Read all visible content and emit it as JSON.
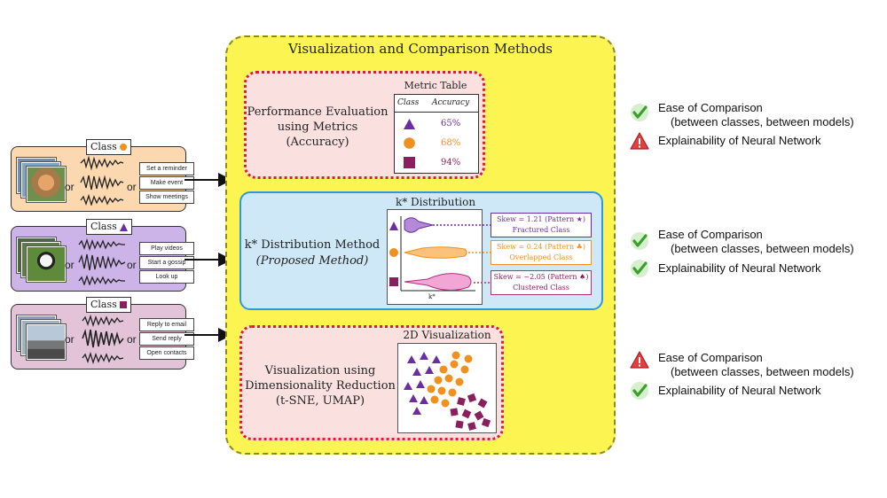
{
  "main": {
    "title": "Visualization and Comparison Methods",
    "sections": [
      {
        "lines": [
          "Performance Evaluation",
          "using Metrics",
          "(Accuracy)"
        ],
        "table": {
          "title": "Metric Table",
          "headers": [
            "Class",
            "Accuracy"
          ],
          "rows": [
            {
              "shape": "triangle",
              "color": "#6a2ea0",
              "value": "65%"
            },
            {
              "shape": "circle",
              "color": "#f0901e",
              "value": "68%"
            },
            {
              "shape": "square",
              "color": "#8a1f5e",
              "value": "94%"
            }
          ]
        }
      },
      {
        "line1": "k* Distribution Method",
        "line2": "(Proposed Method)",
        "plot_title": "k* Distribution",
        "xlabel": "k*",
        "skews": [
          {
            "line1": "Skew = 1.21 (Pattern ★)",
            "line2": "Fractured Class",
            "color": "#6a2ea0"
          },
          {
            "line1": "Skew = 0.24 (Pattern ♣)",
            "line2": "Overlapped Class",
            "color": "#f0901e"
          },
          {
            "line1": "Skew = −2.05 (Pattern ♠)",
            "line2": "Clustered Class",
            "color": "#b0307a"
          }
        ]
      },
      {
        "lines": [
          "Visualization using",
          "Dimensionality Reduction",
          "(t-SNE, UMAP)"
        ],
        "plot_title": "2D Visualization"
      }
    ]
  },
  "classes": [
    {
      "label": "Class",
      "shape": "circle",
      "color": "#f0901e",
      "bg": "#fbd8b0",
      "commands": [
        "Set a reminder",
        "Make event",
        "Show meetings"
      ]
    },
    {
      "label": "Class",
      "shape": "triangle",
      "color": "#6a2ea0",
      "bg": "#cdb4e8",
      "commands": [
        "Play videos",
        "Start a gossip",
        "Look up"
      ]
    },
    {
      "label": "Class",
      "shape": "square",
      "color": "#8a1f5e",
      "bg": "#e3c3d8",
      "commands": [
        "Reply to email",
        "Send reply",
        "Open contacts"
      ]
    }
  ],
  "or_text": "or",
  "evaluations": [
    {
      "items": [
        {
          "icon": "check-icon",
          "title": "Ease of Comparison",
          "sub": "(between classes, between models)"
        },
        {
          "icon": "warning-icon",
          "title": "Explainability of Neural Network",
          "sub": ""
        }
      ]
    },
    {
      "items": [
        {
          "icon": "check-icon",
          "title": "Ease of Comparison",
          "sub": "(between classes, between models)"
        },
        {
          "icon": "check-icon",
          "title": "Explainability of Neural Network",
          "sub": ""
        }
      ]
    },
    {
      "items": [
        {
          "icon": "warning-icon",
          "title": "Ease of Comparison",
          "sub": "(between classes, between models)"
        },
        {
          "icon": "check-icon",
          "title": "Explainability of Neural Network",
          "sub": ""
        }
      ]
    }
  ],
  "colors": {
    "purple": "#6a2ea0",
    "orange": "#f0901e",
    "maroon": "#8a1f5e",
    "check": "#4cae3a",
    "warning": "#e04040"
  }
}
